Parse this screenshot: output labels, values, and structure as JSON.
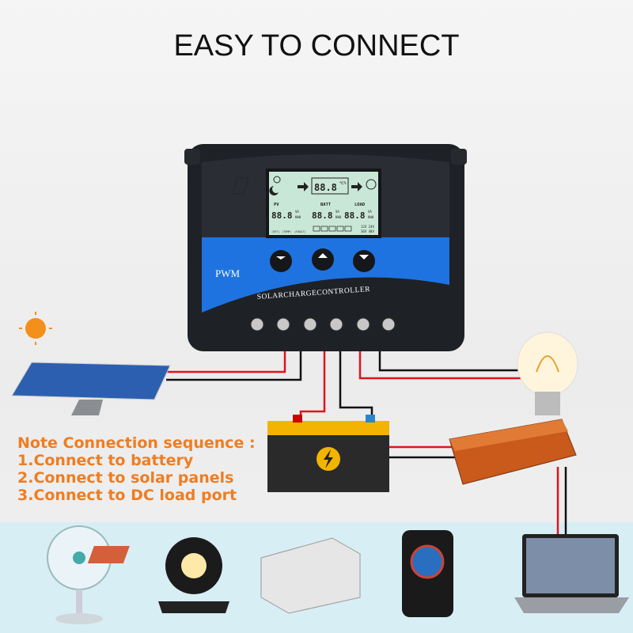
{
  "title": "EASY TO CONNECT",
  "controller": {
    "type_label": "PWM",
    "name_label": "SOLARCHARGECONTROLLER",
    "lcd": {
      "center_reading": "88.8",
      "center_units": "℃%",
      "pv_label": "PV",
      "batt_label": "BATT",
      "load_label": "LOAD",
      "pv_value": "88.8",
      "batt_value": "88.8",
      "load_value": "88.8",
      "unit_top": "VA",
      "unit_bottom": "KWH",
      "set_label": "(SET)",
      "temp_label": "(TEMP)",
      "fault_label": "(FAULT)",
      "voltage_top": "12V 24V",
      "voltage_bottom": "36V 48V"
    },
    "buttons": [
      "menu-button",
      "up-button",
      "down-button"
    ]
  },
  "note": {
    "heading": "Note Connection sequence :",
    "steps": [
      "1.Connect to battery",
      "2.Connect to solar panels",
      "3.Connect to DC load port"
    ]
  },
  "colors": {
    "note": "#ef7d22",
    "controller_blue": "#1f73e0",
    "controller_body": "#1e2126",
    "lcd": "#c9e7d6",
    "wire_red": "#e0141b",
    "wire_black": "#111111",
    "bottom_band": "#d8eef5"
  }
}
